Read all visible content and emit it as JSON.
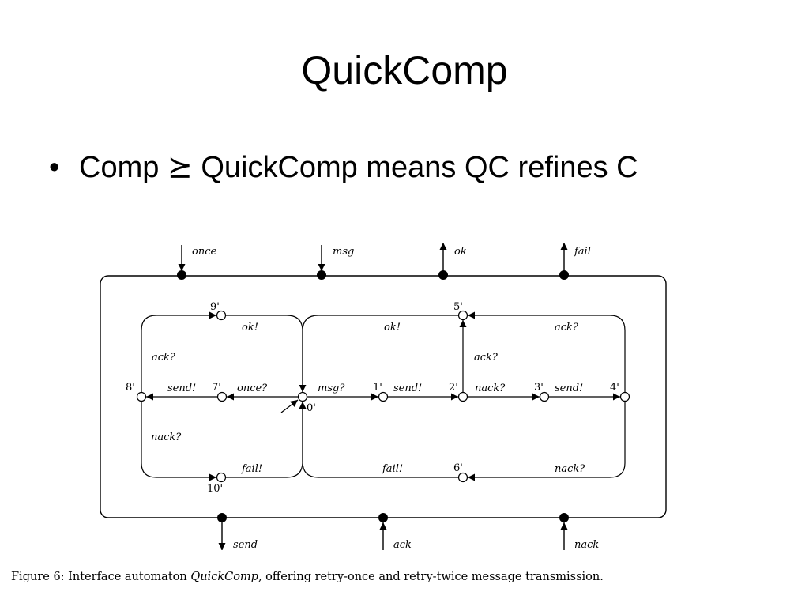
{
  "slide": {
    "title": "QuickComp",
    "bullet_marker": "•",
    "bullet_text": "Comp ⪰ QuickComp means QC refines C"
  },
  "diagram": {
    "top_ports": [
      {
        "label": "once",
        "direction": "in"
      },
      {
        "label": "msg",
        "direction": "in"
      },
      {
        "label": "ok",
        "direction": "out"
      },
      {
        "label": "fail",
        "direction": "out"
      }
    ],
    "bottom_ports": [
      {
        "label": "send",
        "direction": "out"
      },
      {
        "label": "ack",
        "direction": "in"
      },
      {
        "label": "nack",
        "direction": "in"
      }
    ],
    "states": [
      "0'",
      "1'",
      "2'",
      "3'",
      "4'",
      "5'",
      "6'",
      "7'",
      "8'",
      "9'",
      "10'"
    ],
    "transitions": [
      {
        "from": "0'",
        "to": "1'",
        "label": "msg?"
      },
      {
        "from": "1'",
        "to": "2'",
        "label": "send!"
      },
      {
        "from": "2'",
        "to": "3'",
        "label": "nack?"
      },
      {
        "from": "3'",
        "to": "4'",
        "label": "send!"
      },
      {
        "from": "2'",
        "to": "5'",
        "label": "ack?"
      },
      {
        "from": "4'",
        "to": "5'",
        "label": "ack?"
      },
      {
        "from": "4'",
        "to": "6'",
        "label": "nack?"
      },
      {
        "from": "5'",
        "to": "0'",
        "label": "ok!"
      },
      {
        "from": "6'",
        "to": "0'",
        "label": "fail!"
      },
      {
        "from": "0'",
        "to": "7'",
        "label": "once?"
      },
      {
        "from": "7'",
        "to": "8'",
        "label": "send!"
      },
      {
        "from": "8'",
        "to": "9'",
        "label": "ack?"
      },
      {
        "from": "8'",
        "to": "10'",
        "label": "nack?"
      },
      {
        "from": "9'",
        "to": "0'",
        "label": "ok!"
      },
      {
        "from": "10'",
        "to": "0'",
        "label": "fail!"
      }
    ]
  },
  "caption": {
    "prefix": "Figure 6: Interface automaton ",
    "name": "QuickComp",
    "suffix": ", offering retry-once and retry-twice message transmission."
  }
}
